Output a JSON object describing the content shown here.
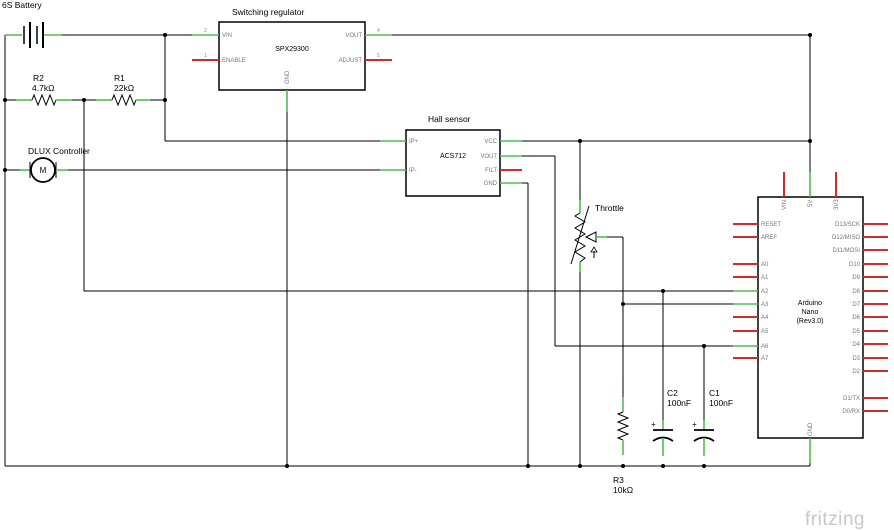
{
  "battery": {
    "label": "6S Battery"
  },
  "regulator": {
    "title": "Switching regulator",
    "part": "SPX29300",
    "pins": {
      "vin": "VIN",
      "enable": "ENABLE",
      "vout": "VOUT",
      "adjust": "ADJUST",
      "gnd": "GND"
    }
  },
  "r1": {
    "name": "R1",
    "value": "22kΩ"
  },
  "r2": {
    "name": "R2",
    "value": "4.7kΩ"
  },
  "r3": {
    "name": "R3",
    "value": "10kΩ"
  },
  "motor": {
    "label": "DLUX Controller",
    "symbol": "M"
  },
  "hall": {
    "title": "Hall sensor",
    "part": "ACS712",
    "pins": {
      "ip_plus": "IP+",
      "ip_minus": "IP-",
      "vcc": "VCC",
      "vout": "VOUT",
      "filt": "FILT",
      "gnd": "GND"
    }
  },
  "throttle": {
    "label": "Throttle"
  },
  "c1": {
    "name": "C1",
    "value": "100nF"
  },
  "c2": {
    "name": "C2",
    "value": "100nF"
  },
  "arduino": {
    "line1": "Arduino",
    "line2": "Nano",
    "line3": "(Rev3.0)",
    "top_pins": [
      "VIN",
      "5V",
      "3V3"
    ],
    "left_pins": [
      "RESET",
      "AREF",
      "A0",
      "A1",
      "A2",
      "A3",
      "A4",
      "A5",
      "A6",
      "A7"
    ],
    "right_pins": [
      "D13/SCK",
      "D12/MISO",
      "D11/MOSI",
      "D10",
      "D9",
      "D8",
      "D7",
      "D6",
      "D5",
      "D4",
      "D3",
      "D2",
      "D1/TX",
      "D0/RX"
    ],
    "bottom_pin": "GND"
  },
  "brand": {
    "logo": "fritzing"
  }
}
